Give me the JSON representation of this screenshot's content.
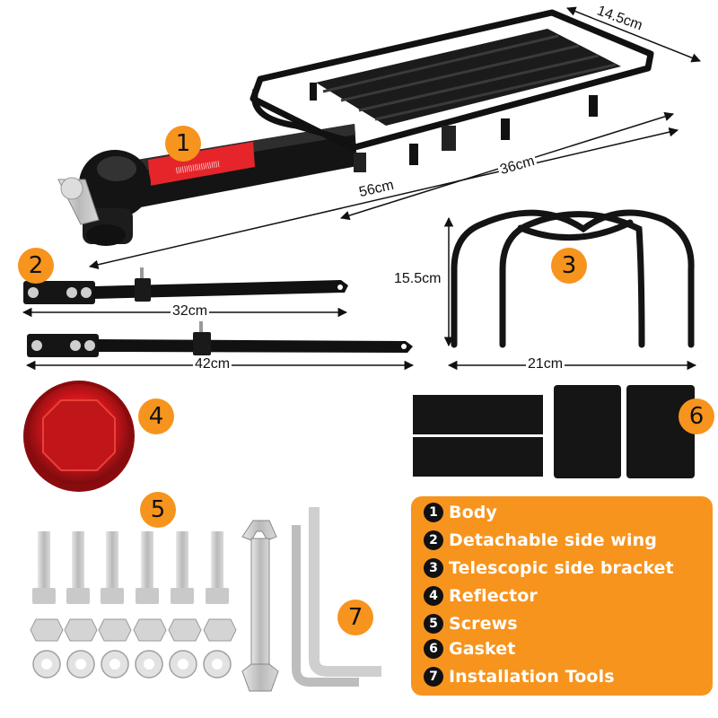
{
  "callouts": {
    "body": "1",
    "side_wing": "2",
    "side_bracket": "3",
    "reflector": "4",
    "screws": "5",
    "gasket": "6",
    "tools": "7"
  },
  "dimensions": {
    "rack_width": "14.5cm",
    "rack_length": "36cm",
    "total_length": "56cm",
    "wing_short": "32cm",
    "wing_long": "42cm",
    "bracket_height": "15.5cm",
    "bracket_width": "21cm"
  },
  "legend": {
    "items": [
      {
        "num": "1",
        "label": "Body"
      },
      {
        "num": "2",
        "label": "Detachable side wing"
      },
      {
        "num": "3",
        "label": "Telescopic side bracket"
      },
      {
        "num": "4",
        "label": "Reflector"
      },
      {
        "num": "5",
        "label": "Screws"
      },
      {
        "num": "6",
        "label": "Gasket"
      },
      {
        "num": "7",
        "label": "Installation Tools"
      }
    ]
  },
  "colors": {
    "accent": "#f7941d",
    "rack": "#161616",
    "reflector": "#d2161b",
    "label_strip": "#e5252a"
  }
}
